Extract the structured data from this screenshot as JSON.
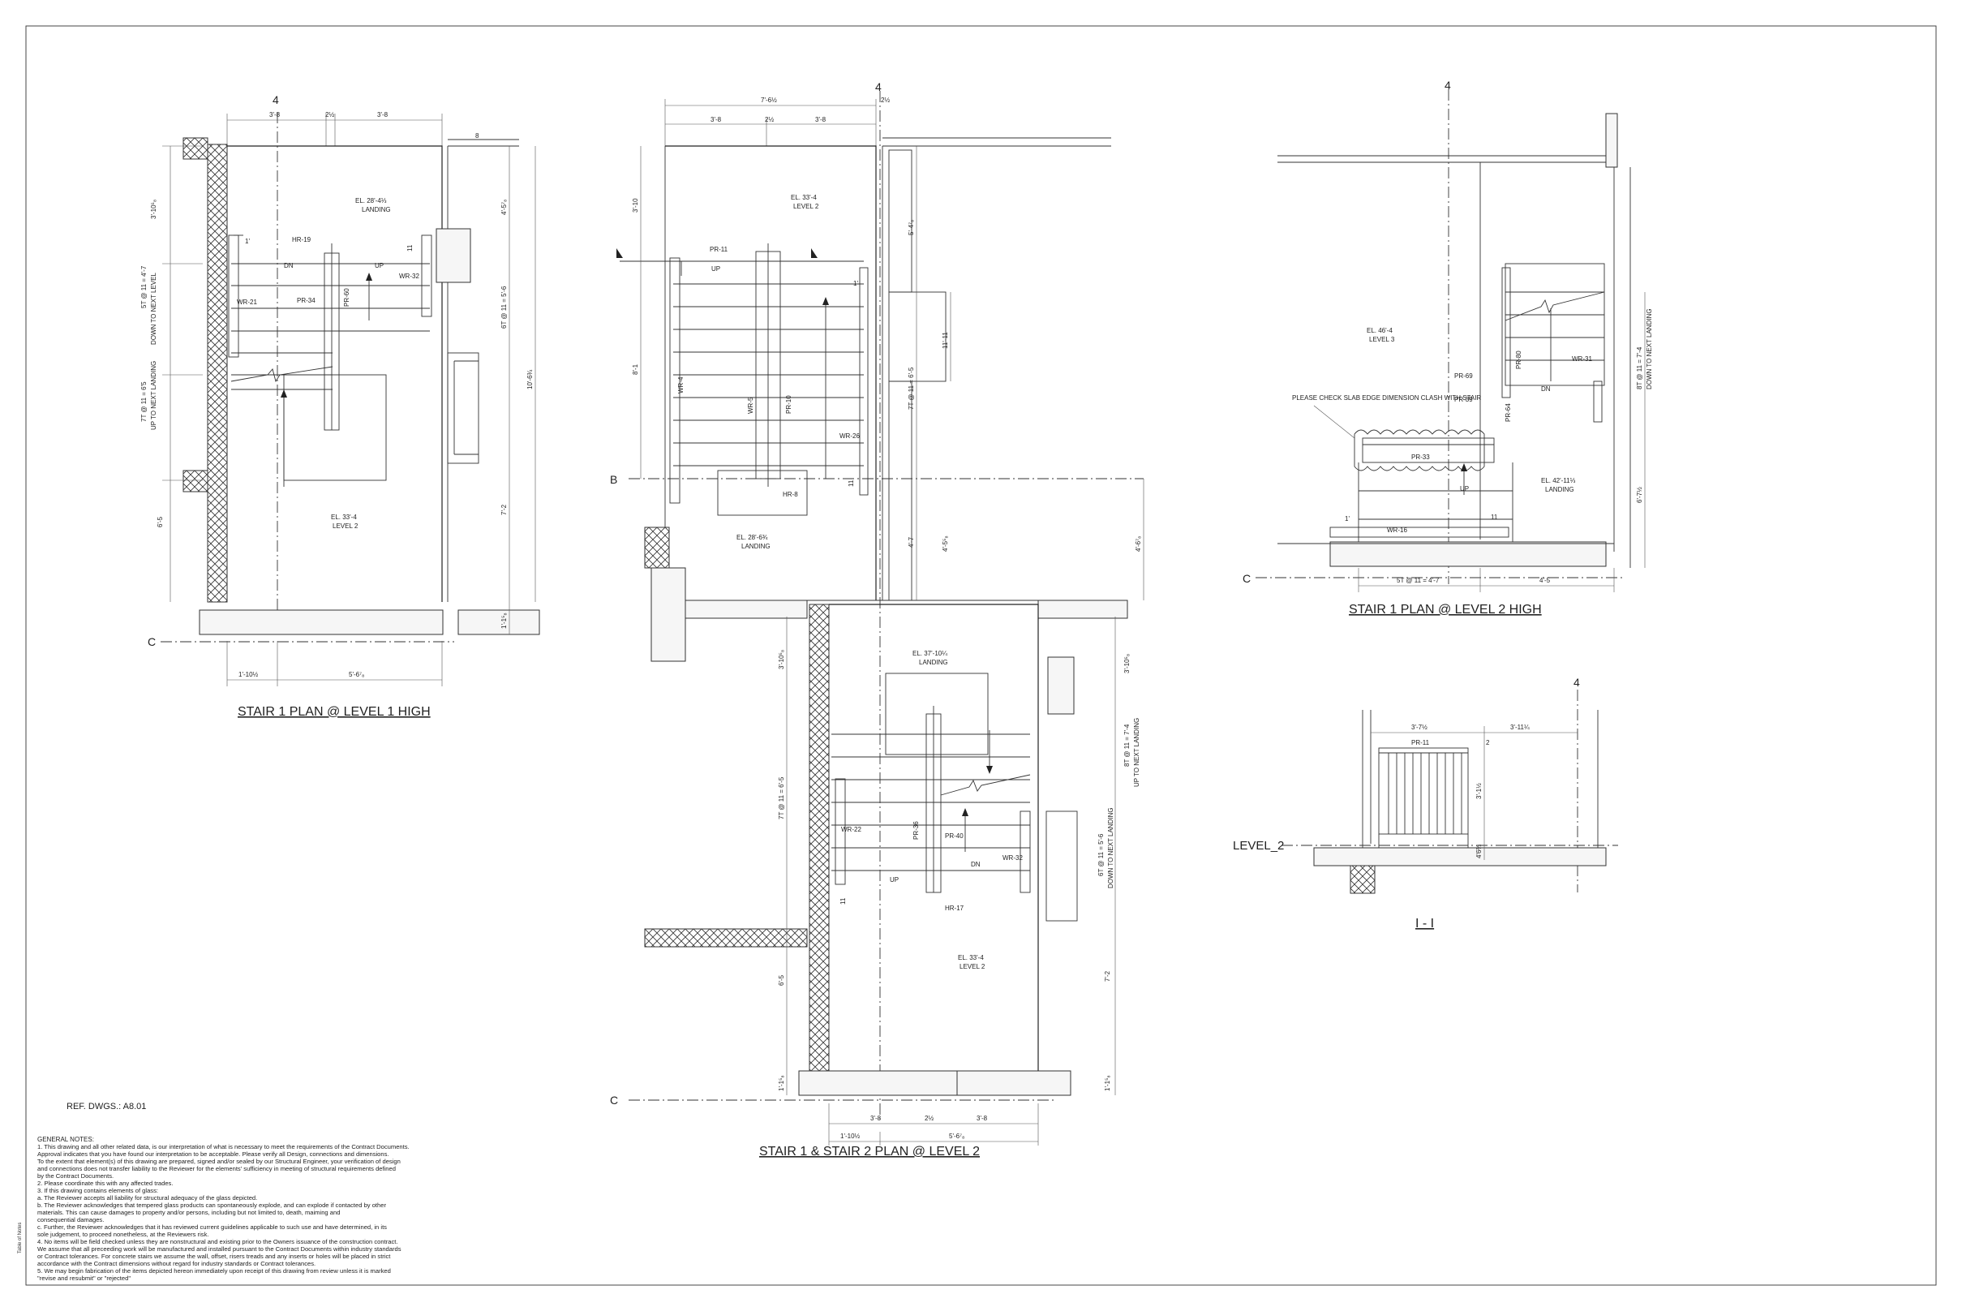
{
  "plans": {
    "plan1": {
      "title": "STAIR 1 PLAN @ LEVEL 1 HIGH",
      "grid_top": "4",
      "grid_left": "C",
      "dims_top": [
        "3'-8",
        "2½",
        "3'-8",
        "8"
      ],
      "dims_bottom": [
        "1'-10½",
        "5'-6⁷₈"
      ],
      "dims_left": [
        "3'-10⁵₈",
        "5T @ 11 = 4'-7",
        "DOWN TO NEXT LEVEL",
        "7T @ 11 = 6'5",
        "UP TO NEXT LANDING",
        "6'-5"
      ],
      "dims_right": [
        "4'-5⁷₈",
        "6T @ 11 = 5'-6",
        "10'-6¾",
        "7'-2",
        "1'-1⁵₈"
      ],
      "labels": [
        "EL. 28'-4⅓",
        "LANDING",
        "HR-19",
        "DN",
        "UP",
        "WR-32",
        "WR-21",
        "PR-34",
        "PR-60",
        "EL. 33'-4",
        "LEVEL 2",
        "1'",
        "11"
      ]
    },
    "plan2": {
      "title": "STAIR 1 & STAIR 2 PLAN @ LEVEL 2",
      "grid_top": "4",
      "grid_left_b": "B",
      "grid_left_c": "C",
      "dims_top": [
        "7'-6½",
        "2½",
        "3'-8",
        "2½",
        "3'-8"
      ],
      "dims_bottom": [
        "3'-8",
        "2½",
        "3'-8",
        "1'-10½",
        "5'-6⁷₈"
      ],
      "dims_left": [
        "3'-10",
        "8'-1",
        "3'-10⁵₈",
        "7T @ 11 = 6'-5",
        "6'-5",
        "1'-1⁵₈"
      ],
      "dims_right": [
        "5'-4⁷₈",
        "11'-11",
        "7T @ 11 = 6'-5",
        "4'-7",
        "4'-5⁵₈",
        "4'-6⁷₈",
        "3'-10⁵₈",
        "8T @ 11 = 7'-4",
        "UP TO NEXT LANDING",
        "6T @ 11 = 5'-6",
        "DOWN TO NEXT LANDING",
        "7'-2",
        "1'-1⁵₈"
      ],
      "labels_upper": [
        "EL. 33'-4",
        "LEVEL 2",
        "PR-11",
        "UP",
        "WR-4",
        "WR-5",
        "PR-10",
        "WR-26",
        "HR-8",
        "EL. 28'-6¾",
        "LANDING",
        "1'",
        "11"
      ],
      "labels_lower": [
        "EL. 37'-10¼",
        "LANDING",
        "WR-22",
        "PR-36",
        "PR-40",
        "DN",
        "WR-32",
        "UP",
        "HR-17",
        "EL. 33'-4",
        "LEVEL 2",
        "11"
      ]
    },
    "plan3": {
      "title": "STAIR 1 PLAN @ LEVEL 2 HIGH",
      "grid_top": "4",
      "grid_left": "C",
      "note": "PLEASE CHECK SLAB EDGE DIMENSION CLASH WITH STAIR",
      "dims_bottom": [
        "5T @ 11 = 4'-7",
        "4'-5"
      ],
      "dims_right": [
        "8T @ 11 = 7'-4",
        "DOWN TO NEXT LANDING",
        "6'-7½"
      ],
      "labels": [
        "EL. 46'-4",
        "LEVEL 3",
        "PR-80",
        "WR-31",
        "PR-69",
        "PR-39",
        "DN",
        "PR-64",
        "PR-33",
        "UP",
        "EL. 42'-11⅓",
        "LANDING",
        "1'",
        "WR-16",
        "11"
      ]
    },
    "section": {
      "title": "I - I",
      "grid_top": "4",
      "level": "LEVEL_2",
      "dims": [
        "3'-7½",
        "3'-11¼",
        "PR-11",
        "2",
        "3'-1½",
        "4'6⅔"
      ]
    }
  },
  "ref_dwgs": "REF. DWGS.: A8.01",
  "general_notes": {
    "heading": "GENERAL NOTES:",
    "items": [
      "1. This drawing and all other related data, is our interpretation of what is necessary to meet the requirements of the Contract Documents.",
      "Approval indicates that you have found our interpretation to be acceptable. Please verify all Design, connections and dimensions.",
      "To the extent that element(s) of this drawing are prepared, signed and/or sealed by our Structural Engineer, your verification of design",
      "and connections does not transfer liability to the Reviewer for the elements' sufficiency in meeting of structural requirements defined",
      "by the Contract Documents.",
      "2. Please coordinate this with any affected trades.",
      "3. If this drawing contains elements of glass:",
      "a. The Reviewer accepts all liability for structural adequacy of the glass depicted.",
      "b. The Reviewer acknowledges that tempered glass products can spontaneously explode, and can explode if contacted by other",
      "materials. This can cause damages to property and/or persons, including but not limited to, death, maiming and",
      "consequential damages.",
      "c. Further, the Reviewer acknowledges that it has reviewed current guidelines applicable to such use and have determined, in its",
      "sole judgement, to proceed nonetheless, at the Reviewers risk.",
      "4. No items will be field checked unless they are nonstructural and existing prior to the Owners issuance of the construction contract.",
      "We assume that all preceeding work will be manufactured and installed pursuant to the Contract Documents within industry standards",
      "or Contract tolerances. For concrete stairs we assume the wall, offset, risers treads and any inserts or holes will be placed in strict",
      "accordance with the Contract dimensions without regard for industry standards or Contract tolerances.",
      "5. We may begin fabrication of the items depicted hereon immediately upon receipt of this drawing from review unless it is marked",
      "\"revise and resubmit\" or \"rejected\""
    ]
  },
  "side_tag": "Table of Notes"
}
